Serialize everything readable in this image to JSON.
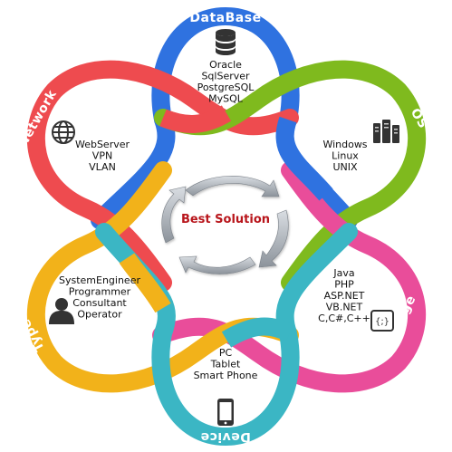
{
  "center": {
    "title": "Best Solution"
  },
  "petals": {
    "database": {
      "label": "DataBase",
      "color": "#2f72e0",
      "icon": "database-icon",
      "items": [
        "Oracle",
        "SqlServer",
        "PostgreSQL",
        "MySQL"
      ]
    },
    "os": {
      "label": "OS",
      "color": "#7fba1e",
      "icon": "server-icon",
      "items": [
        "Windows",
        "Linux",
        "UNIX"
      ]
    },
    "language": {
      "label": "Language",
      "color": "#e94d9a",
      "icon": "code-icon",
      "items": [
        "Java",
        "PHP",
        "ASP.NET",
        "VB.NET",
        "C,C#,C++"
      ]
    },
    "device": {
      "label": "Device",
      "color": "#3bb6c4",
      "icon": "smartphone-icon",
      "items": [
        "PC",
        "Tablet",
        "Smart Phone"
      ]
    },
    "type": {
      "label": "Type",
      "color": "#f2b21a",
      "icon": "person-icon",
      "items": [
        "SystemEngineer",
        "Programmer",
        "Consultant",
        "Operator"
      ]
    },
    "network": {
      "label": "Network",
      "color": "#ee4b4f",
      "icon": "globe-icon",
      "items": [
        "WebServer",
        "VPN",
        "VLAN"
      ]
    }
  }
}
